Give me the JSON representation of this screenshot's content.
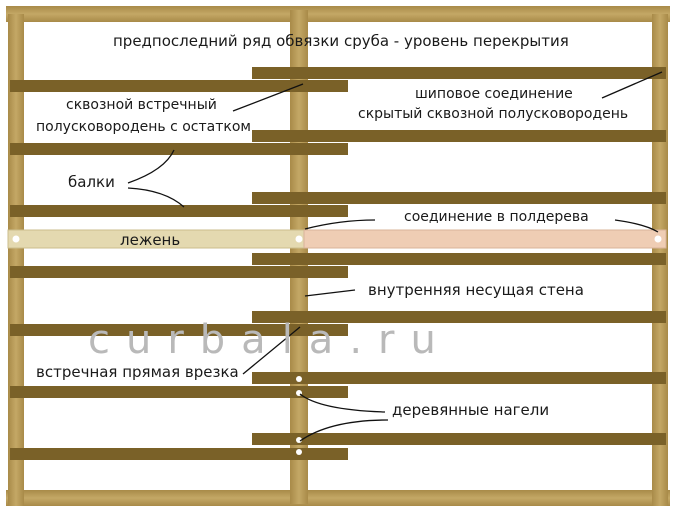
{
  "title": "предпоследний ряд обвязки сруба - уровень перекрытия",
  "labels": {
    "joint_left_1": "сквозной встречный",
    "joint_left_2": "полусковородень с остатком",
    "joint_right_1": "шиповое соединение",
    "joint_right_2": "скрытый сквозной полусковородень",
    "beams": "балки",
    "half_lap": "соединение в полдерева",
    "sill": "лежень",
    "inner_wall": "внутренняя несущая стена",
    "straight_cut": "встречная прямая врезка",
    "dowels": "деревянные нагели"
  },
  "watermark": "curbala.ru",
  "colors": {
    "log": "#b89a56",
    "beam": "#7a6128",
    "sill_left": "#e6dcb4",
    "sill_right": "#f0cdb6"
  }
}
